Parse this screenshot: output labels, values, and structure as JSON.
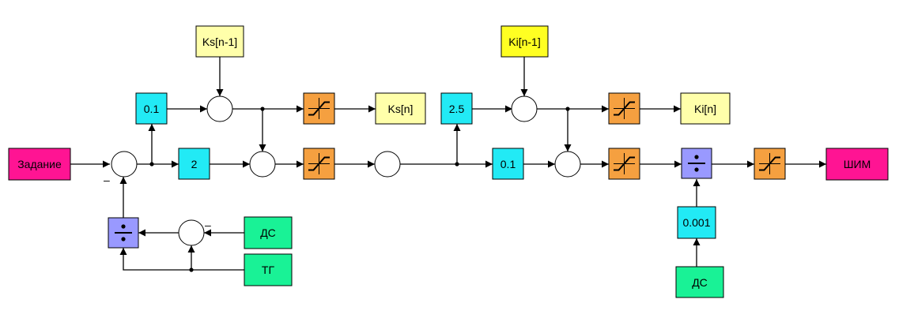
{
  "colors": {
    "magenta": "#ff1493",
    "cyan": "#22eaf5",
    "light_yellow": "#ffffaa",
    "yellow": "#ffff22",
    "orange": "#f5a040",
    "green": "#19f296",
    "divider": "#9999ff"
  },
  "blocks": {
    "zadanie": "Задание",
    "gain_speed_int": "0.1",
    "gain_speed_prop": "2",
    "ks_prev": "Ks[n-1]",
    "ks_next": "Ks[n]",
    "gain_current_int": "2.5",
    "gain_current_prop": "0.1",
    "ki_prev": "Ki[n-1]",
    "ki_next": "Ki[n]",
    "gain_small": "0.001",
    "ds_top": "ДС",
    "tg": "ТГ",
    "ds_bottom": "ДС",
    "pwm": "ШИМ"
  },
  "signs": {
    "main_sum_minus": "–",
    "fb_sum_minus": "–"
  },
  "icons": {
    "limiter": "saturation-icon",
    "divider": "divide-icon",
    "summator": "sum-circle-icon"
  }
}
